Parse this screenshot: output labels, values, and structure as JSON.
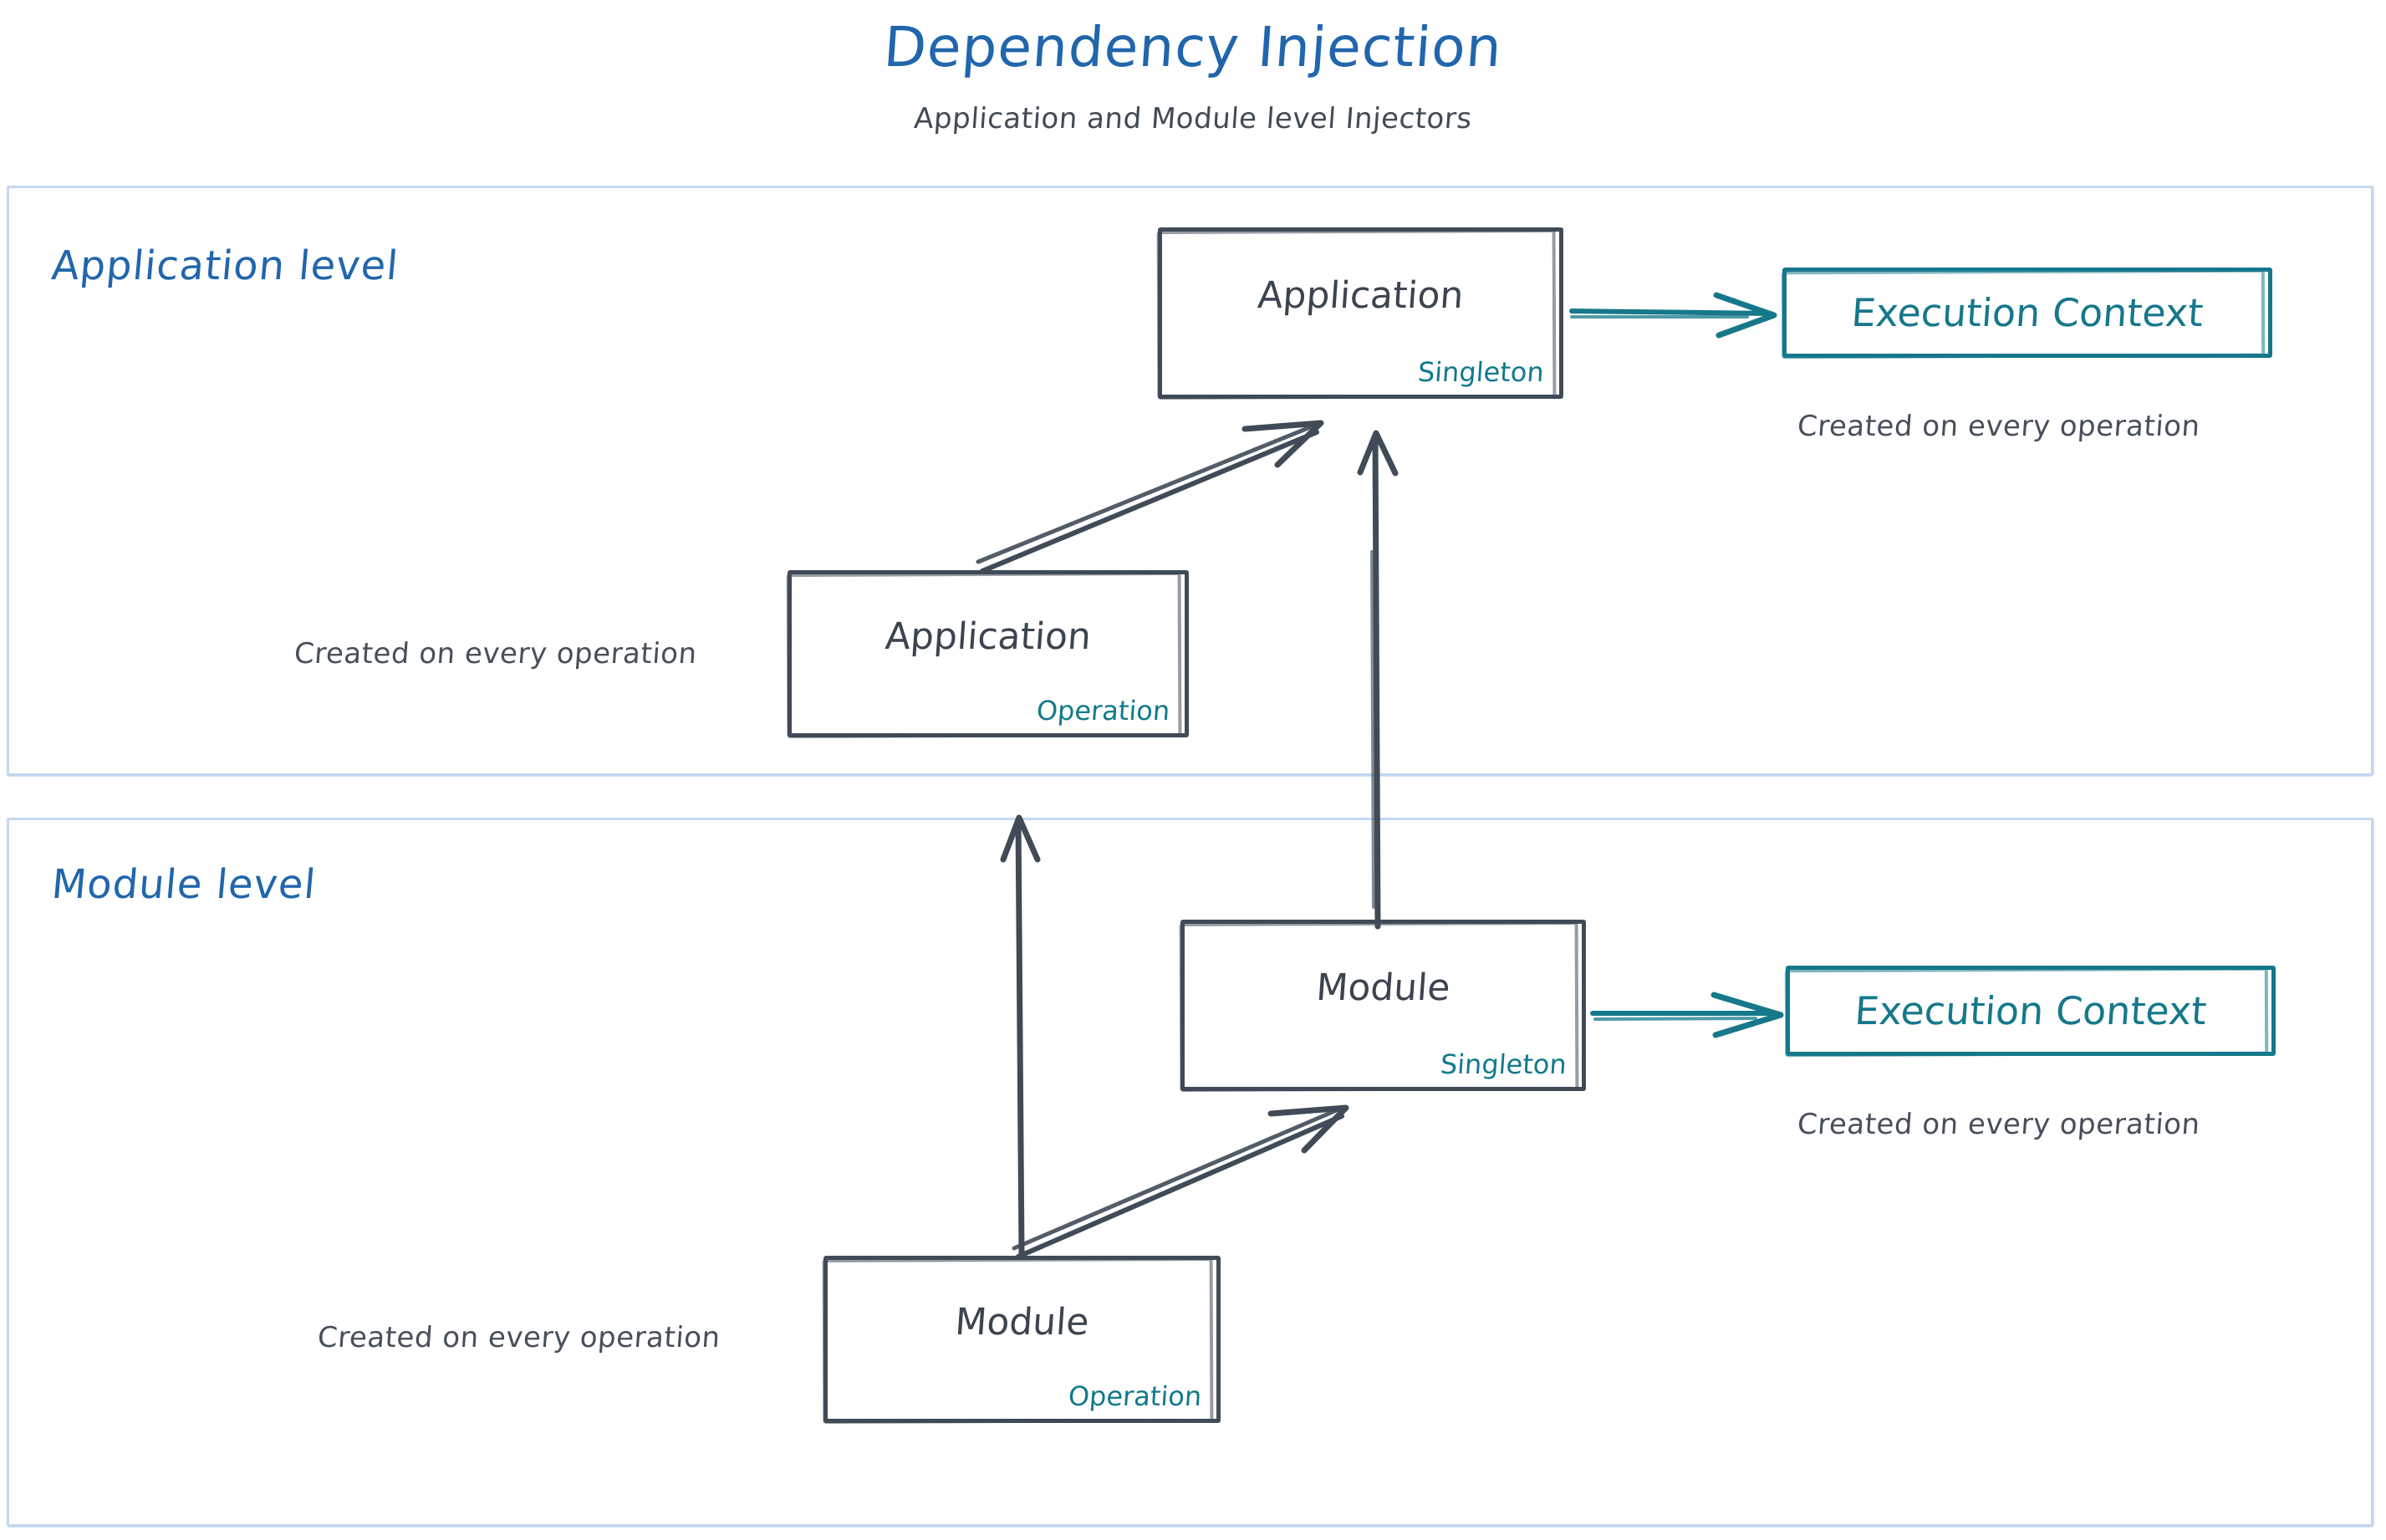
{
  "header": {
    "title": "Dependency Injection",
    "subtitle": "Application and Module level Injectors"
  },
  "colors": {
    "title_blue": "#2166ac",
    "panel_border": "#c3d8ef",
    "box_border": "#404b57",
    "teal": "#16788a",
    "caption_gray": "#474f5a"
  },
  "panels": [
    {
      "id": "application-level",
      "label": "Application level",
      "boxes": [
        {
          "id": "application-singleton",
          "title": "Application",
          "scope": "Singleton",
          "style": "dark"
        },
        {
          "id": "execution-context-application",
          "title": "Execution Context",
          "scope": "",
          "style": "teal"
        },
        {
          "id": "application-operation",
          "title": "Application",
          "scope": "Operation",
          "style": "dark"
        }
      ],
      "captions": [
        {
          "id": "caption-exec-context-application",
          "text": "Created on every operation"
        },
        {
          "id": "caption-application-operation",
          "text": "Created on every operation"
        }
      ]
    },
    {
      "id": "module-level",
      "label": "Module level",
      "boxes": [
        {
          "id": "module-singleton",
          "title": "Module",
          "scope": "Singleton",
          "style": "dark"
        },
        {
          "id": "execution-context-module",
          "title": "Execution Context",
          "scope": "",
          "style": "teal"
        },
        {
          "id": "module-operation",
          "title": "Module",
          "scope": "Operation",
          "style": "dark"
        }
      ],
      "captions": [
        {
          "id": "caption-exec-context-module",
          "text": "Created on every operation"
        },
        {
          "id": "caption-module-operation",
          "text": "Created on every operation"
        }
      ]
    }
  ],
  "edges": [
    {
      "id": "edge-application-to-exec-context",
      "from": "application-singleton",
      "to": "execution-context-application",
      "color": "#16788a"
    },
    {
      "id": "edge-application-operation-to-application-singleton",
      "from": "application-operation",
      "to": "application-singleton",
      "color": "#404b57"
    },
    {
      "id": "edge-module-singleton-to-application-singleton",
      "from": "module-singleton",
      "to": "application-singleton",
      "color": "#404b57"
    },
    {
      "id": "edge-module-to-exec-context",
      "from": "module-singleton",
      "to": "execution-context-module",
      "color": "#16788a"
    },
    {
      "id": "edge-module-operation-to-module-singleton",
      "from": "module-operation",
      "to": "module-singleton",
      "color": "#404b57"
    },
    {
      "id": "edge-module-operation-to-application-operation",
      "from": "module-operation",
      "to": "application-operation",
      "color": "#404b57"
    }
  ]
}
